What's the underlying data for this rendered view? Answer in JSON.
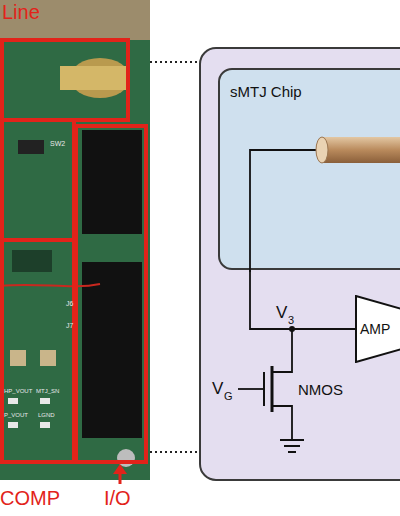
{
  "diagram": {
    "nodes": [
      {
        "text": [
          "sMTJ Chip"
        ]
      },
      {
        "text": [
          "AMP"
        ]
      }
    ],
    "edges": [
      {
        "from": 0,
        "to": 1,
        "arrow": "none"
      }
    ],
    "labels": [
      "Line",
      "SW2",
      "J6",
      "J7",
      "HP_VOUT",
      "MTJ_SN",
      "P_VOUT",
      "LGND",
      "COMP",
      "I/O",
      "V",
      "3",
      "V",
      "G",
      "NMOS"
    ]
  }
}
